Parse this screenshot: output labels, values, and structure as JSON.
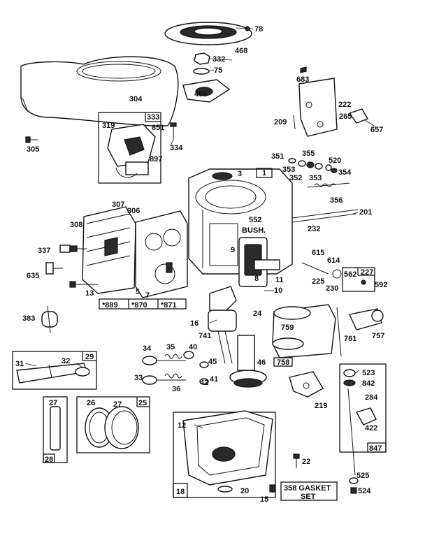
{
  "labels": {
    "p78": "78",
    "p468": "468",
    "p332": "332",
    "p75": "75",
    "p455": "455",
    "p304": "304",
    "p333": "333",
    "p319": "319",
    "p851": "851",
    "p897": "897",
    "p334": "334",
    "p305": "305",
    "p683": "683",
    "p222": "222",
    "p265": "265",
    "p209": "209",
    "p657": "657",
    "p351": "351",
    "p355": "355",
    "p520": "520",
    "p353a": "353",
    "p352": "352",
    "p353b": "353",
    "p354": "354",
    "p3": "3",
    "p1": "1",
    "p356": "356",
    "p201": "201",
    "p232": "232",
    "p552": "552",
    "bush": "BUSH.",
    "p307": "307",
    "p306": "306",
    "p308": "308",
    "p337": "337",
    "p635": "635",
    "p13": "13",
    "p5": "5",
    "p7": "7",
    "p889": "*889",
    "p870": "*870",
    "p871": "*871",
    "p9": "9",
    "p8": "8",
    "p11": "11",
    "p10": "10",
    "p615": "615",
    "p614": "614",
    "p562": "562",
    "p227": "227",
    "p225": "225",
    "p230": "230",
    "p592": "592",
    "p383": "383",
    "p24": "24",
    "p16": "16",
    "p741": "741",
    "p759": "759",
    "p761": "761",
    "p757": "757",
    "p758": "758",
    "p34": "34",
    "p35": "35",
    "p40": "40",
    "p45": "45",
    "p46": "46",
    "p31": "31",
    "p32": "32",
    "p29": "29",
    "p33": "33",
    "p36": "36",
    "p42": "42",
    "p41": "41",
    "p219": "219",
    "p523": "523",
    "p842": "842",
    "p284": "284",
    "p422": "422",
    "p847": "847",
    "p27a": "27",
    "p26": "26",
    "p27b": "27",
    "p25": "25",
    "p28": "28",
    "p12": "12",
    "p22": "22",
    "p525": "525",
    "p524": "524",
    "p18": "18",
    "p20": "20",
    "p15": "15",
    "p358": "358 GASKET",
    "set": "SET"
  }
}
